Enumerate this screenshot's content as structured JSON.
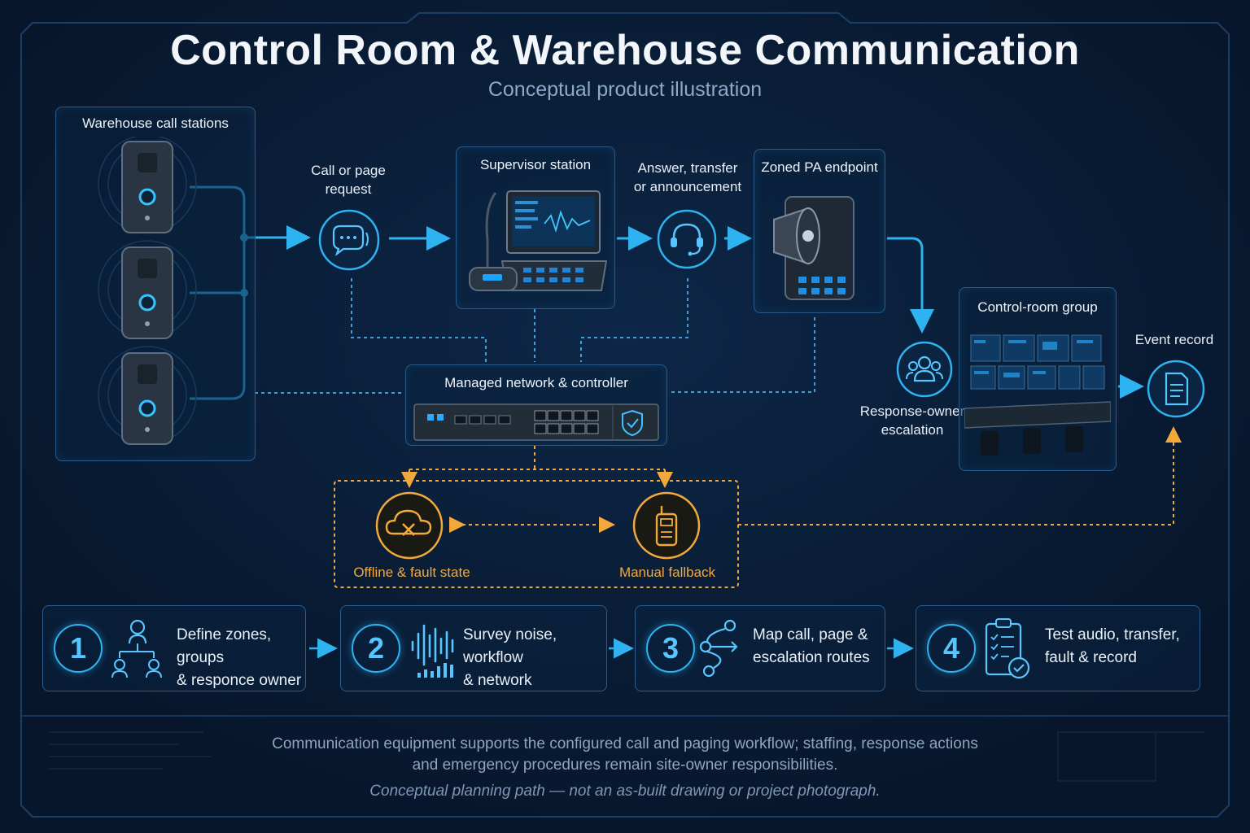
{
  "title": "Control Room & Warehouse Communication",
  "subtitle": "Conceptual product illustration",
  "colors": {
    "accent": "#2fb2f0",
    "fault": "#f2a93b",
    "panel_border": "#2a5a8a",
    "background": "#07162b"
  },
  "nodes": {
    "warehouse": {
      "label": "Warehouse call stations",
      "icon": "call-station-icon"
    },
    "call_request": {
      "label_line1": "Call or page",
      "label_line2": "request",
      "icon": "chat-bubble-icon"
    },
    "supervisor": {
      "label": "Supervisor station",
      "icon": "desk-console-icon"
    },
    "answer": {
      "label_line1": "Answer, transfer",
      "label_line2": "or announcement",
      "icon": "headset-icon"
    },
    "pa": {
      "label": "Zoned PA endpoint",
      "icon": "horn-speaker-icon"
    },
    "network": {
      "label": "Managed network & controller",
      "icon": "network-switch-icon"
    },
    "escalation": {
      "label_line1": "Response-owner",
      "label_line2": "escalation",
      "icon": "group-icon"
    },
    "control_room": {
      "label": "Control-room group",
      "icon": "control-room-icon"
    },
    "event_record": {
      "label": "Event record",
      "icon": "document-icon"
    },
    "offline": {
      "label": "Offline & fault state",
      "icon": "cloud-offline-icon"
    },
    "fallback": {
      "label": "Manual fallback",
      "icon": "radio-icon"
    }
  },
  "steps": [
    {
      "number": "1",
      "line1": "Define zones, groups",
      "line2": "& responce owner",
      "icon": "org-chart-icon"
    },
    {
      "number": "2",
      "line1": "Survey noise, workflow",
      "line2": "& network",
      "icon": "sound-wave-icon"
    },
    {
      "number": "3",
      "line1": "Map call, page &",
      "line2": "escalation routes",
      "icon": "route-icon"
    },
    {
      "number": "4",
      "line1": "Test audio, transfer,",
      "line2": "fault & record",
      "icon": "checklist-icon"
    }
  ],
  "footer": {
    "line1": "Communication equipment supports the configured call and paging workflow; staffing, response actions",
    "line2": "and emergency procedures remain site-owner responsibilities.",
    "note": "Conceptual planning path — not an as-built drawing or project photograph."
  }
}
